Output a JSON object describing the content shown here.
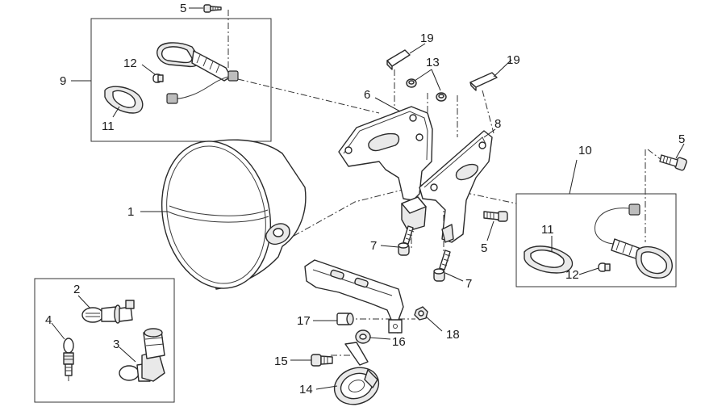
{
  "callouts": [
    {
      "id": "c5a",
      "text": "5"
    },
    {
      "id": "c9",
      "text": "9"
    },
    {
      "id": "c12a",
      "text": "12"
    },
    {
      "id": "c11a",
      "text": "11"
    },
    {
      "id": "c19a",
      "text": "19"
    },
    {
      "id": "c13",
      "text": "13"
    },
    {
      "id": "c19b",
      "text": "19"
    },
    {
      "id": "c6",
      "text": "6"
    },
    {
      "id": "c8",
      "text": "8"
    },
    {
      "id": "c5b",
      "text": "5"
    },
    {
      "id": "c10",
      "text": "10"
    },
    {
      "id": "c1",
      "text": "1"
    },
    {
      "id": "c5c",
      "text": "5"
    },
    {
      "id": "c11b",
      "text": "11"
    },
    {
      "id": "c7a",
      "text": "7"
    },
    {
      "id": "c7b",
      "text": "7"
    },
    {
      "id": "c12b",
      "text": "12"
    },
    {
      "id": "c2",
      "text": "2"
    },
    {
      "id": "c4",
      "text": "4"
    },
    {
      "id": "c3",
      "text": "3"
    },
    {
      "id": "c17",
      "text": "17"
    },
    {
      "id": "c18",
      "text": "18"
    },
    {
      "id": "c15",
      "text": "15"
    },
    {
      "id": "c16",
      "text": "16"
    },
    {
      "id": "c14",
      "text": "14"
    }
  ],
  "colors": {
    "line": "#2a2a2a",
    "fill": "#ffffff",
    "shade": "#e9e9e9"
  }
}
